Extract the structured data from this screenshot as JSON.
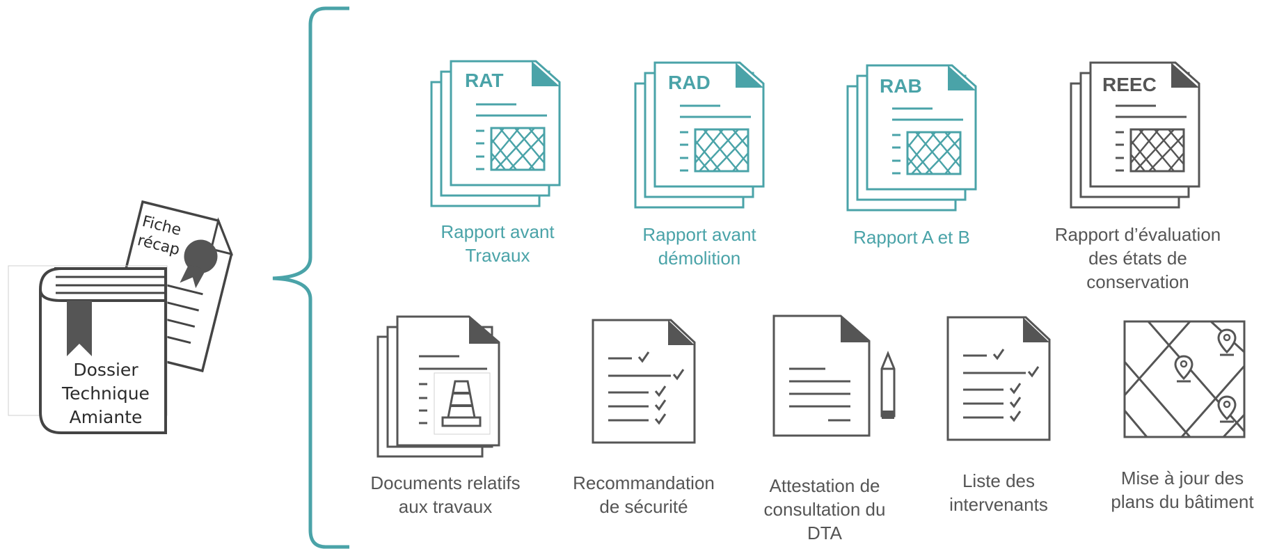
{
  "dossier": {
    "book_label": "Dossier\nTechnique\nAmiante",
    "fiche_label": "Fiche\nrécap"
  },
  "colors": {
    "teal": "#4aa3a8",
    "grey": "#555555",
    "dark": "#3d3d3d"
  },
  "row1": [
    {
      "tag": "RAT",
      "label": "Rapport avant\nTravaux",
      "color": "teal"
    },
    {
      "tag": "RAD",
      "label": "Rapport avant\ndémolition",
      "color": "teal"
    },
    {
      "tag": "RAB",
      "label": "Rapport A et B",
      "color": "teal"
    },
    {
      "tag": "REEC",
      "label": "Rapport d’évaluation\ndes états de\nconservation",
      "color": "grey"
    }
  ],
  "row2": [
    {
      "label": "Documents relatifs\naux travaux",
      "icon": "documents-cone-icon"
    },
    {
      "label": "Recommandation\nde sécurité",
      "icon": "checklist-icon"
    },
    {
      "label": "Attestation de\nconsultation du\nDTA",
      "icon": "document-pencil-icon"
    },
    {
      "label": "Liste des\nintervenants",
      "icon": "checklist-icon"
    },
    {
      "label": "Mise à jour des\nplans du bâtiment",
      "icon": "map-pins-icon"
    }
  ]
}
